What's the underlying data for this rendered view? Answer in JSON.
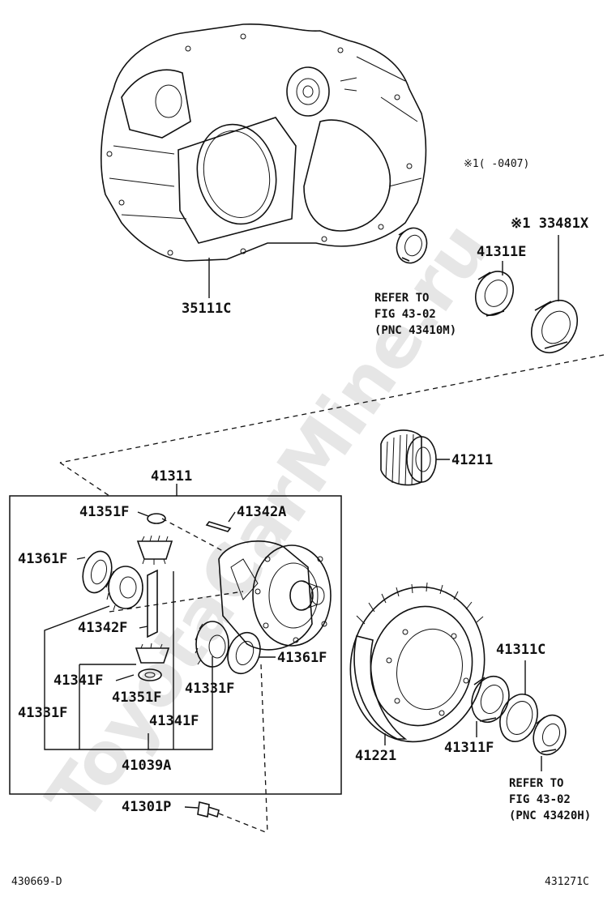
{
  "watermark": "ToyotaCarMine.ru",
  "labels": {
    "p35111C": "35111C",
    "note1": "※1(   -0407)",
    "p33481X": "※1 33481X",
    "p41311E": "41311E",
    "refer1": [
      "REFER TO",
      "FIG 43-02",
      "(PNC 43410M)"
    ],
    "p41211": "41211",
    "p41311": "41311",
    "p41351F_top": "41351F",
    "p41342A": "41342A",
    "p41361F_left": "41361F",
    "p41342F": "41342F",
    "p41361F_right": "41361F",
    "p41341F_left": "41341F",
    "p41351F_bottom": "41351F",
    "p41331F_right": "41331F",
    "p41331F_left": "41331F",
    "p41341F_bottom": "41341F",
    "p41039A": "41039A",
    "p41301P": "41301P",
    "p41311C": "41311C",
    "p41221": "41221",
    "p41311F": "41311F",
    "refer2": [
      "REFER TO",
      "FIG 43-02",
      "(PNC 43420H)"
    ]
  },
  "footer": {
    "left": "430669-D",
    "right": "431271C"
  }
}
